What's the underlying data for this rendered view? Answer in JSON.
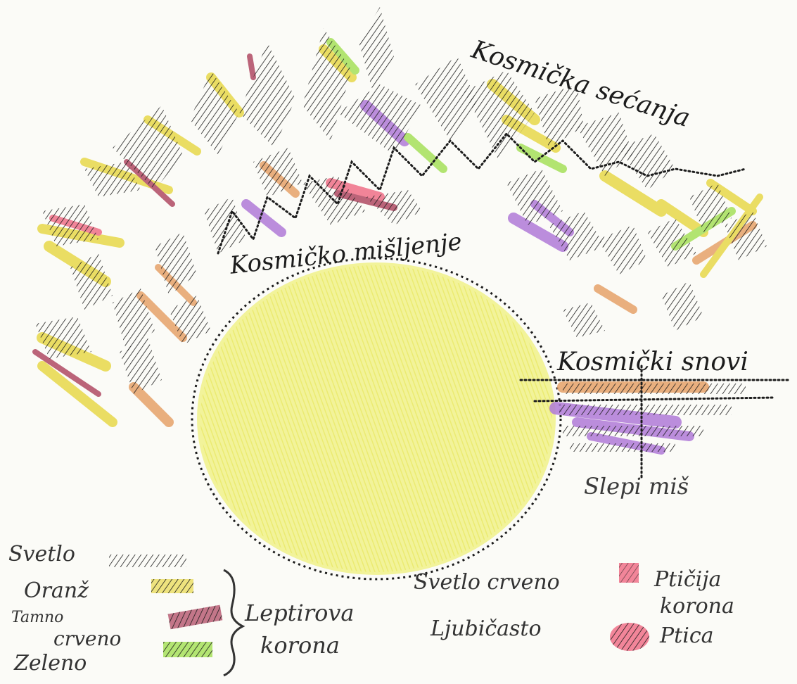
{
  "labels": {
    "kosmicka_secanja": "Kosmička sećanja",
    "kosmicko_misljenje": "Kosmičko mišljenje",
    "kosmicki_snovi": "Kosmički snovi",
    "slepi_mis": "Slepi miš"
  },
  "legend": {
    "svetlo": "Svetlo",
    "oranz": "Oranž",
    "tamno_crveno_line1": "Tamno",
    "tamno_crveno_line2": "crveno",
    "zeleno": "Zeleno",
    "leptirova_korona_line1": "Leptirova",
    "leptirova_korona_line2": "korona",
    "svetlo_crveno": "Svetlo crveno",
    "ljubicasto": "Ljubičasto",
    "pticija_korona_line1": "Ptičija",
    "pticija_korona_line2": "korona",
    "ptica": "Ptica"
  },
  "colors": {
    "paper": "#fbfbf7",
    "ink": "#1c1c1c",
    "yellow": "#eef07a",
    "orange": "#e6a26a",
    "dark_red": "#b04a64",
    "green": "#a6e05a",
    "light_red": "#f07088",
    "violet": "#b07ad8",
    "gold": "#e8d84a"
  }
}
